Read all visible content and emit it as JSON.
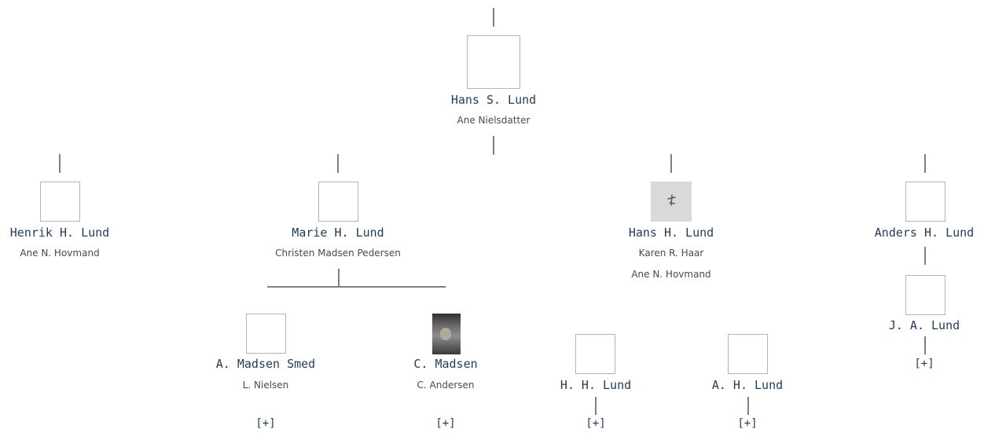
{
  "tree": {
    "root": {
      "name": "Hans S. Lund",
      "spouses": [
        "Ane Nielsdatter"
      ]
    },
    "children": [
      {
        "name": "Henrik H. Lund",
        "spouses": [
          "Ane N. Hovmand"
        ]
      },
      {
        "name": "Marie H. Lund",
        "spouses": [
          "Christen Madsen Pedersen"
        ],
        "children": [
          {
            "name": "A. Madsen Smed",
            "spouses": [
              "L. Nielsen"
            ],
            "expand": "[+]"
          },
          {
            "name": "C. Madsen",
            "spouses": [
              "C. Andersen"
            ],
            "expand": "[+]"
          }
        ]
      },
      {
        "name": "Hans H. Lund",
        "spouses": [
          "Karen R. Haar",
          "Ane N. Hovmand"
        ],
        "children": [
          {
            "name": "H. H. Lund",
            "expand": "[+]"
          },
          {
            "name": "A. H. Lund",
            "expand": "[+]"
          }
        ]
      },
      {
        "name": "Anders H. Lund",
        "children": [
          {
            "name": "J. A. Lund",
            "expand": "[+]"
          }
        ]
      }
    ]
  },
  "colors": {
    "link": "#1f3b5c",
    "line": "#7f7f7f",
    "frame": "#b3b3b3",
    "text": "#4a4a4a"
  }
}
